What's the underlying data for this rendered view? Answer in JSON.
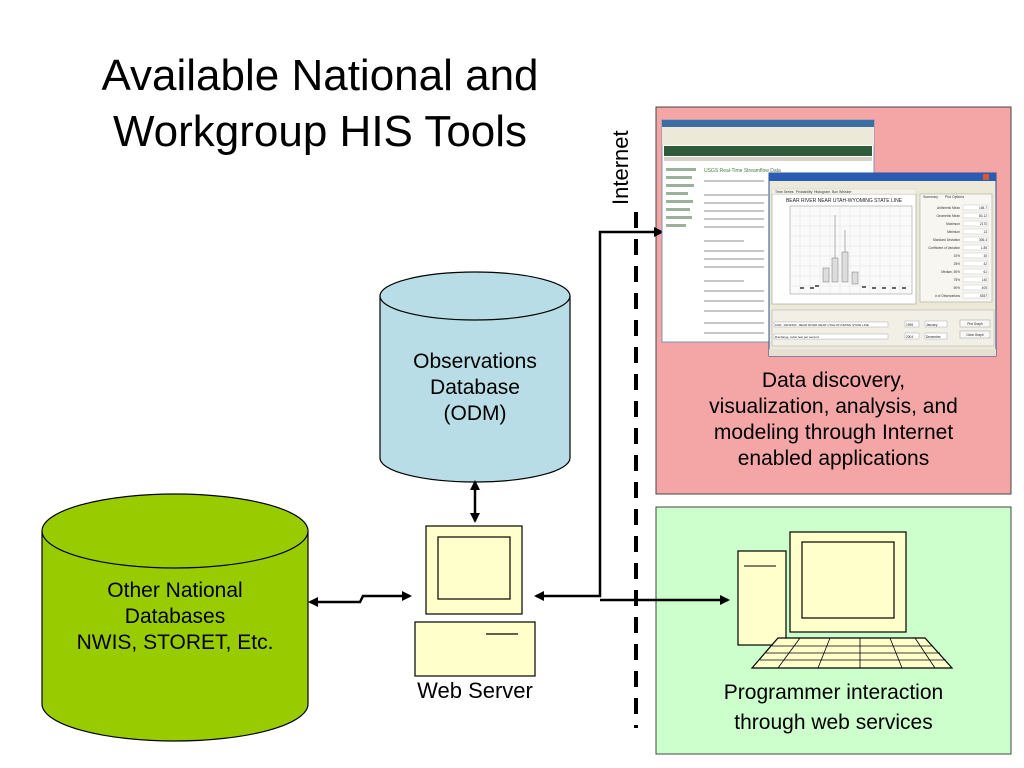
{
  "title_line1": "Available National and",
  "title_line2": "Workgroup HIS Tools",
  "internet_label": "Internet",
  "odm": {
    "line1": "Observations",
    "line2": "Database",
    "line3": "(ODM)"
  },
  "other_db": {
    "line1": "Other National",
    "line2": "Databases",
    "line3": "NWIS, STORET, Etc."
  },
  "web_server_label": "Web Server",
  "red_box": {
    "line1": "Data discovery,",
    "line2": "visualization, analysis, and",
    "line3": "modeling through Internet",
    "line4": "enabled applications"
  },
  "green_box": {
    "line1": "Programmer interaction",
    "line2": "through web services"
  },
  "screenshot": {
    "back_window_title": "USGS Real-Time Streamflow Data",
    "front_window_title": "BEAR RIVER NEAR UTAH-WYOMING STATE LINE",
    "tabs": [
      "Time Series",
      "Probability",
      "Histogram",
      "Box Whisker"
    ],
    "right_tabs": [
      "Summary",
      "Plot Options"
    ],
    "stats": [
      {
        "label": "Arithmetic Mean",
        "value": "165.7"
      },
      {
        "label": "Geometric Mean",
        "value": "80.12"
      },
      {
        "label": "Maximum",
        "value": "2170"
      },
      {
        "label": "Minimum",
        "value": "13"
      },
      {
        "label": "Standard Deviation",
        "value": "306.4"
      },
      {
        "label": "Coefficient of Variation",
        "value": "1.85"
      },
      {
        "label": "10%",
        "value": "30"
      },
      {
        "label": "25%",
        "value": "42"
      },
      {
        "label": "Median, 50%",
        "value": "61"
      },
      {
        "label": "75%",
        "value": "140"
      },
      {
        "label": "90%",
        "value": "405"
      },
      {
        "label": "# of Observations",
        "value": "5357"
      }
    ],
    "buttons": [
      "Plot Graph",
      "Clear Graph"
    ],
    "site": "1001: 10011500 - BEAR RIVER NEAR UTAH-WYOMING STATE LINE",
    "parameter": "Discharge, cubic feet per second",
    "start_year": "1996",
    "start_month": "January",
    "end_year": "2004",
    "end_month": "December"
  },
  "colors": {
    "odm_fill": "#b8dde6",
    "other_fill": "#99cc00",
    "red_box": "#f4a6a6",
    "green_box": "#ccffcc",
    "computer": "#ffffcc"
  }
}
